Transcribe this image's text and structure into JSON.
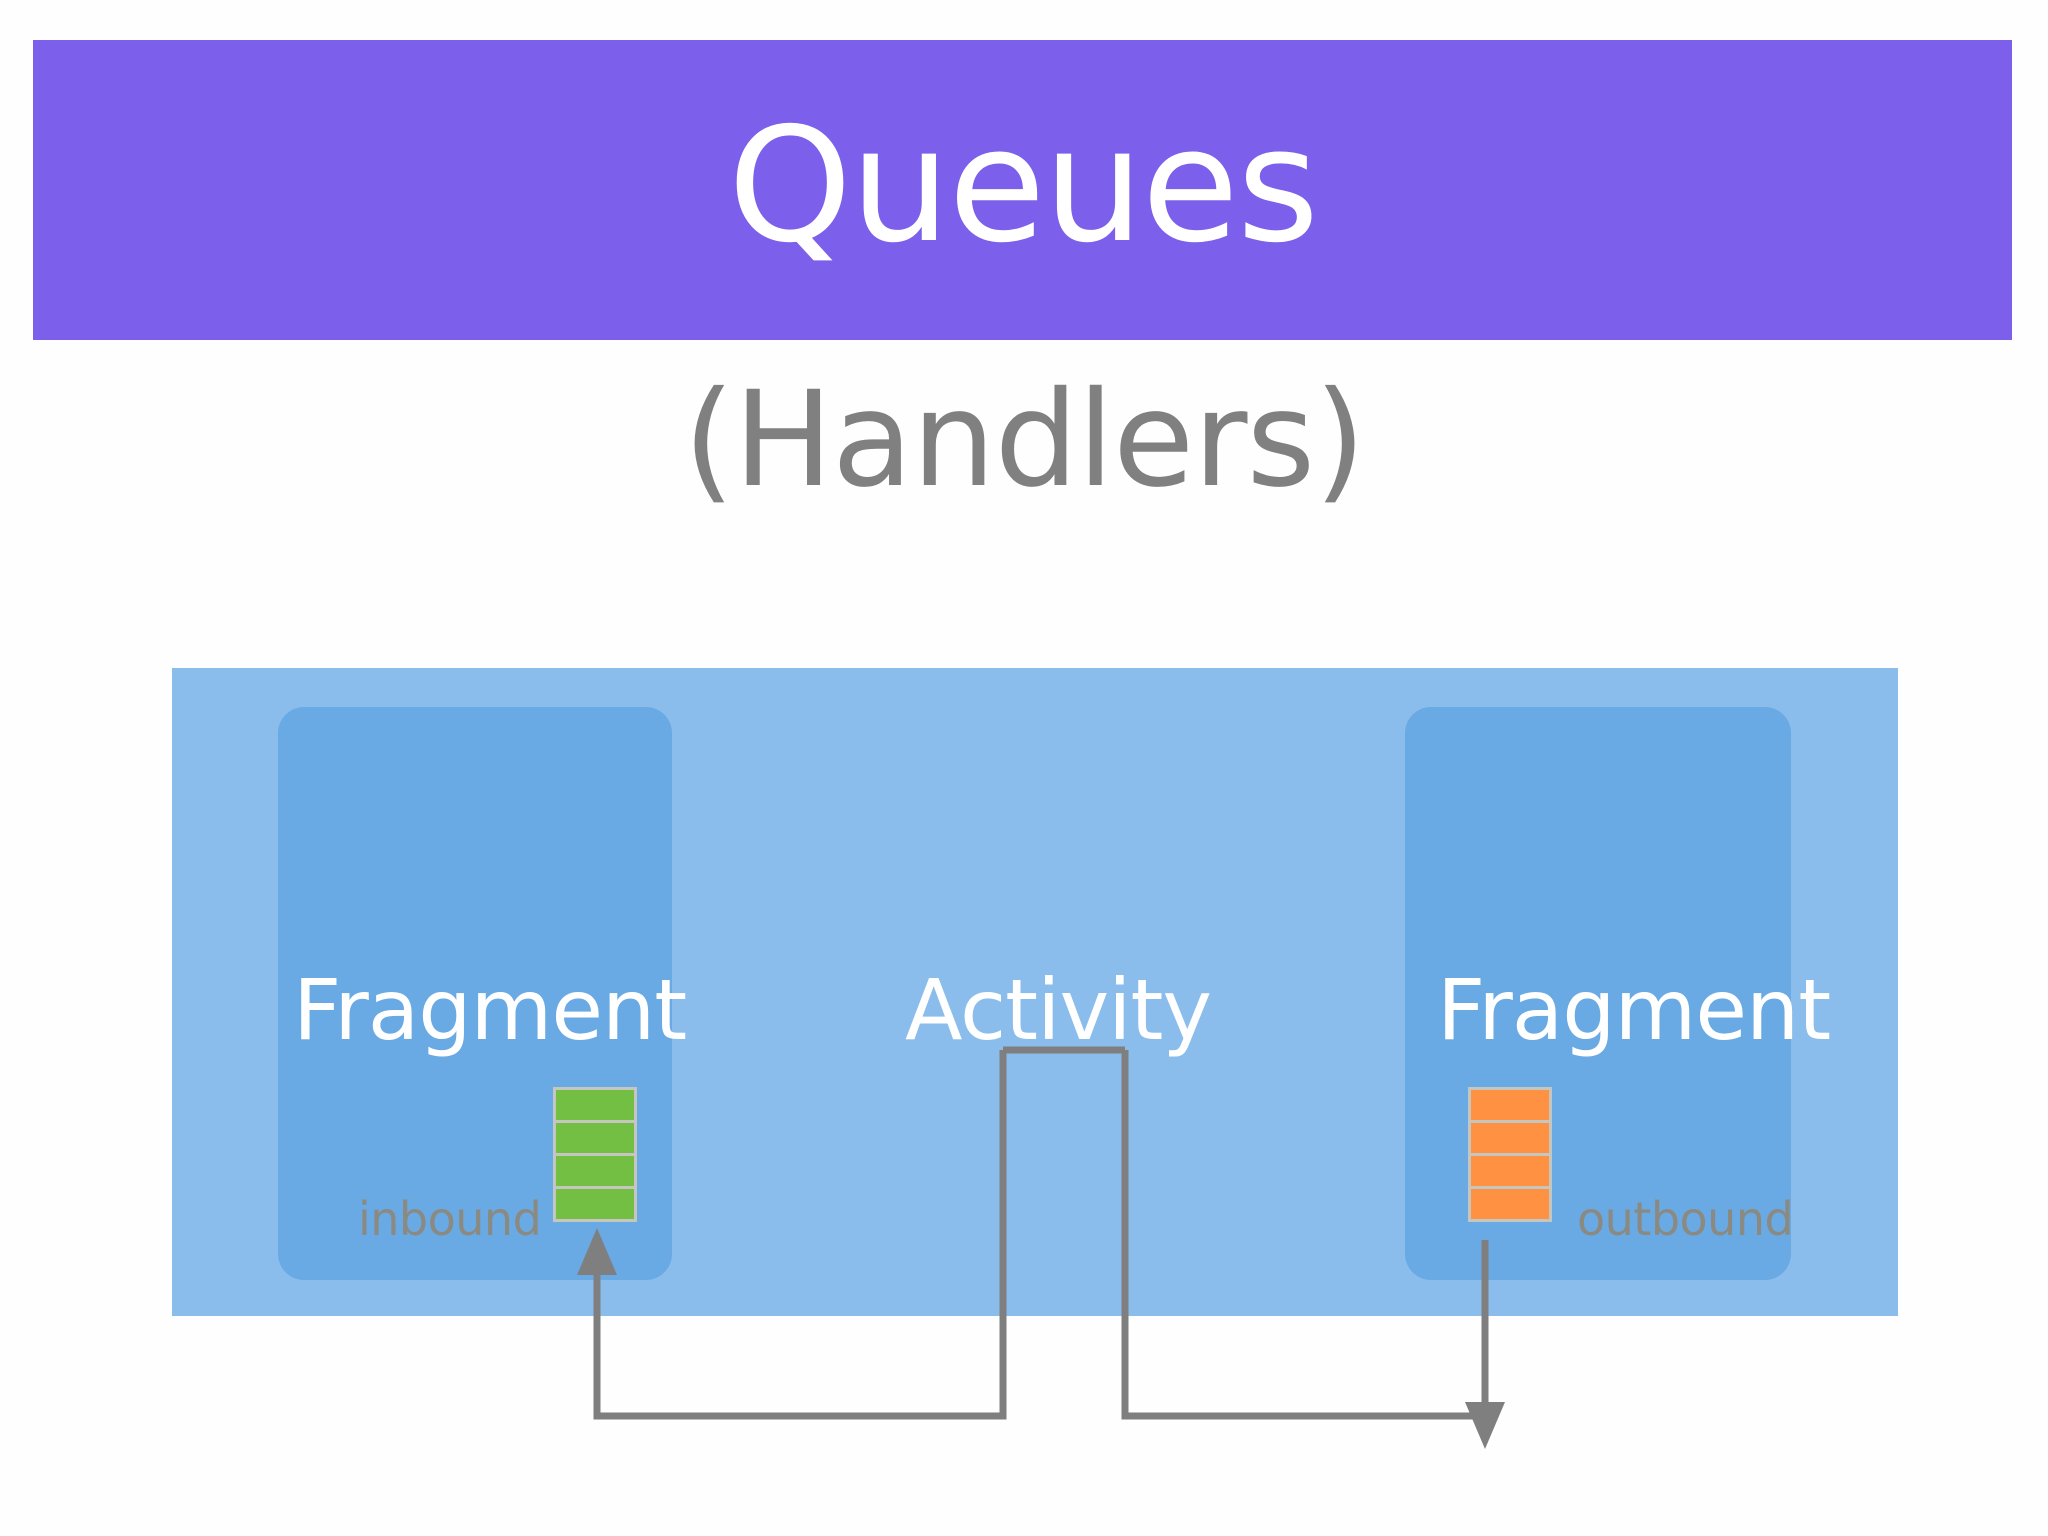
{
  "slide": {
    "title": "Queues",
    "subtitle": "(Handlers)",
    "title_bg_color": "#7c5fea",
    "title_text_color": "#ffffff",
    "subtitle_text_color": "#808080",
    "background_color": "#ffffff"
  },
  "diagram": {
    "panel": {
      "name": "application-panel",
      "color": "#8abdec"
    },
    "left_fragment": {
      "label": "Fragment",
      "card_color": "#6aaae4",
      "queue": {
        "label": "inbound",
        "cell_color": "#72bf44",
        "cell_border_color": "#c6c6c0",
        "cell_count": 4
      }
    },
    "activity": {
      "label": "Activity",
      "label_color": "#ffffff"
    },
    "right_fragment": {
      "label": "Fragment",
      "card_color": "#6aaae4",
      "queue": {
        "label": "outbound",
        "cell_color": "#ff9142",
        "cell_border_color": "#c6c6c0",
        "cell_count": 4
      }
    },
    "connectors": {
      "line_color": "#7f7f7f",
      "line_width": 7,
      "arrow_into_inbound": "up",
      "arrow_out_of_outbound": "down"
    }
  }
}
